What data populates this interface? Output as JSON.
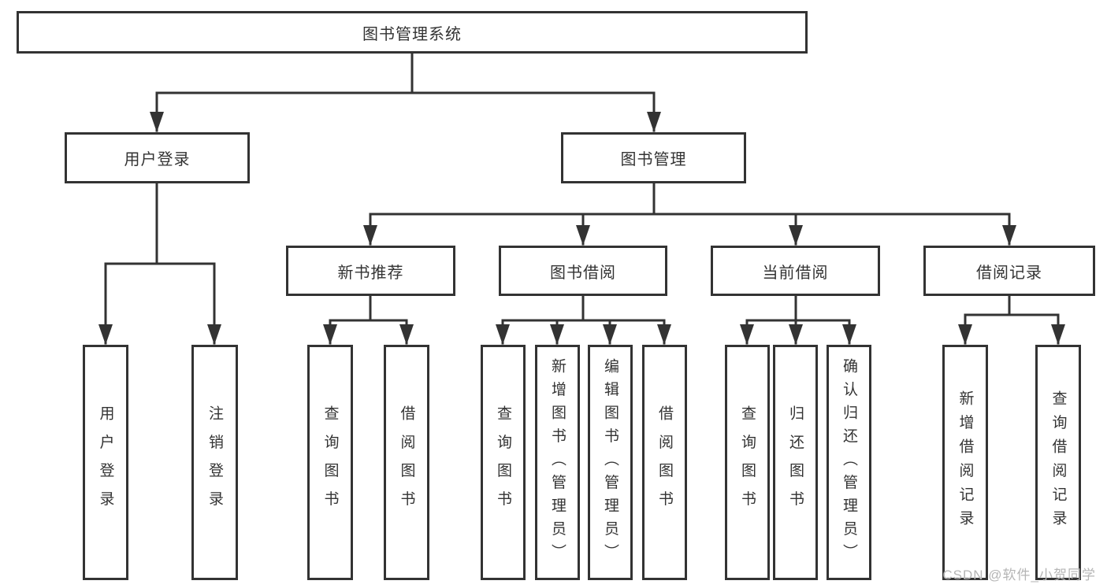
{
  "diagram": {
    "title": "图书管理系统",
    "root": {
      "label": "图书管理系统"
    },
    "level2": [
      {
        "label": "用户登录",
        "parent": "图书管理系统"
      },
      {
        "label": "图书管理",
        "parent": "图书管理系统"
      }
    ],
    "level3": [
      {
        "label": "新书推荐",
        "parent": "图书管理"
      },
      {
        "label": "图书借阅",
        "parent": "图书管理"
      },
      {
        "label": "当前借阅",
        "parent": "图书管理"
      },
      {
        "label": "借阅记录",
        "parent": "图书管理"
      }
    ],
    "leaves": [
      {
        "label": "用户登录",
        "parent": "用户登录"
      },
      {
        "label": "注销登录",
        "parent": "用户登录"
      },
      {
        "label": "查询图书",
        "parent": "新书推荐"
      },
      {
        "label": "借阅图书",
        "parent": "新书推荐"
      },
      {
        "label": "查询图书",
        "parent": "图书借阅"
      },
      {
        "label": "新增图书（管理员）",
        "parent": "图书借阅"
      },
      {
        "label": "编辑图书（管理员）",
        "parent": "图书借阅"
      },
      {
        "label": "借阅图书",
        "parent": "图书借阅"
      },
      {
        "label": "查询图书",
        "parent": "当前借阅"
      },
      {
        "label": "归还图书",
        "parent": "当前借阅"
      },
      {
        "label": "确认归还（管理员）",
        "parent": "当前借阅"
      },
      {
        "label": "新增借阅记录",
        "parent": "借阅记录"
      },
      {
        "label": "查询借阅记录",
        "parent": "借阅记录"
      }
    ],
    "colors": {
      "line": "#333333",
      "box_fill": "#ffffff",
      "text": "#333333"
    }
  },
  "watermark": {
    "text": "CSDN @软件_小贺同学",
    "color": "#b5b5b5"
  }
}
